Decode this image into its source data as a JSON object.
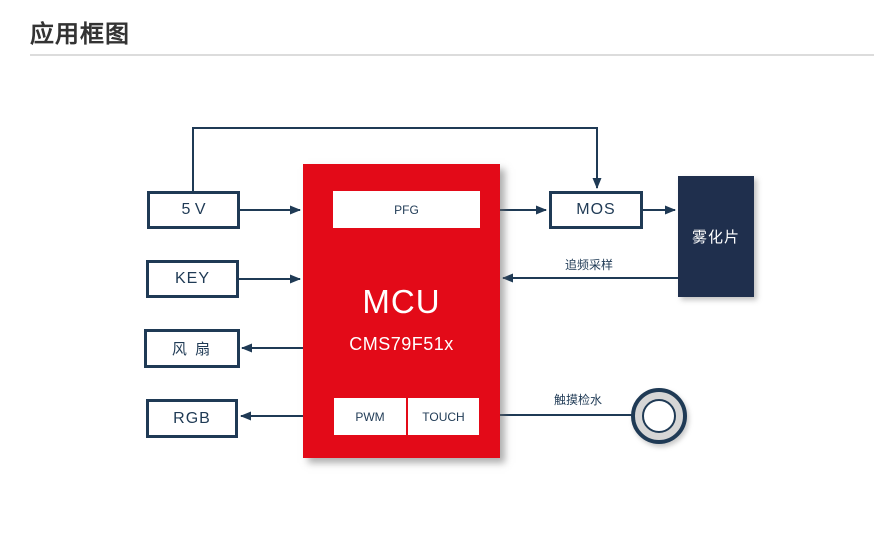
{
  "header": {
    "title": "应用框图"
  },
  "diagram": {
    "colors": {
      "mcu_red": "#e30a18",
      "line_navy": "#1f3a55",
      "atomizer_navy": "#1f2f4d",
      "title_gray": "#333333"
    },
    "blocks": {
      "power": "5 V",
      "key": "KEY",
      "fan": "风 扇",
      "rgb": "RGB",
      "mcu_title": "MCU",
      "mcu_part": "CMS79F51x",
      "pfg": "PFG",
      "pwm": "PWM",
      "touch": "TOUCH",
      "mos": "MOS",
      "atomizer": "雾化片"
    },
    "labels": {
      "freq_sampling": "追频采样",
      "touch_water": "触摸检水"
    }
  }
}
